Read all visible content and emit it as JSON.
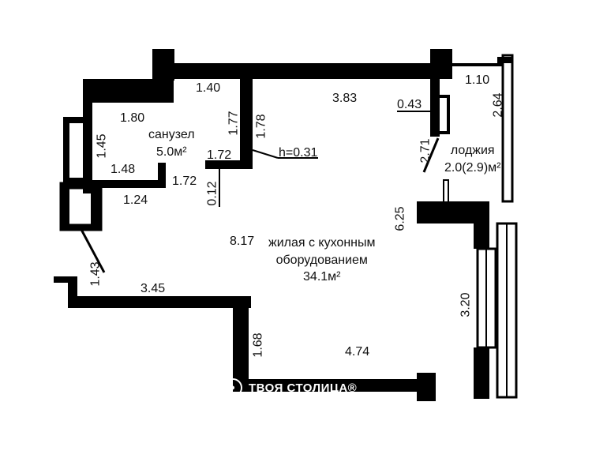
{
  "dimensions": {
    "d_1_40": "1.40",
    "d_1_80": "1.80",
    "d_1_45": "1.45",
    "d_1_48": "1.48",
    "d_1_77": "1.77",
    "d_1_78": "1.78",
    "d_1_72_a": "1.72",
    "d_1_72_b": "1.72",
    "d_1_24": "1.24",
    "d_0_12": "0.12",
    "d_3_83": "3.83",
    "d_0_43": "0.43",
    "d_1_10": "1.10",
    "d_2_64": "2.64",
    "d_2_71": "2.71",
    "d_6_25": "6.25",
    "d_8_17": "8.17",
    "d_1_43": "1.43",
    "d_3_45": "3.45",
    "d_1_68": "1.68",
    "d_4_74": "4.74",
    "d_3_20": "3.20",
    "h_note": "h=0.31"
  },
  "rooms": {
    "bathroom_name": "санузел",
    "bathroom_area": "5.0м²",
    "loggia_name": "лоджия",
    "loggia_area": "2.0(2.9)м²",
    "living_name_1": "жилая с кухонным",
    "living_name_2": "оборудованием",
    "living_area": "34.1м²"
  },
  "watermark": {
    "text": "ТВОЯ СТОЛИЦА®",
    "logo": "logo-icon"
  },
  "colors": {
    "wall": "#000000",
    "background": "#ffffff"
  }
}
